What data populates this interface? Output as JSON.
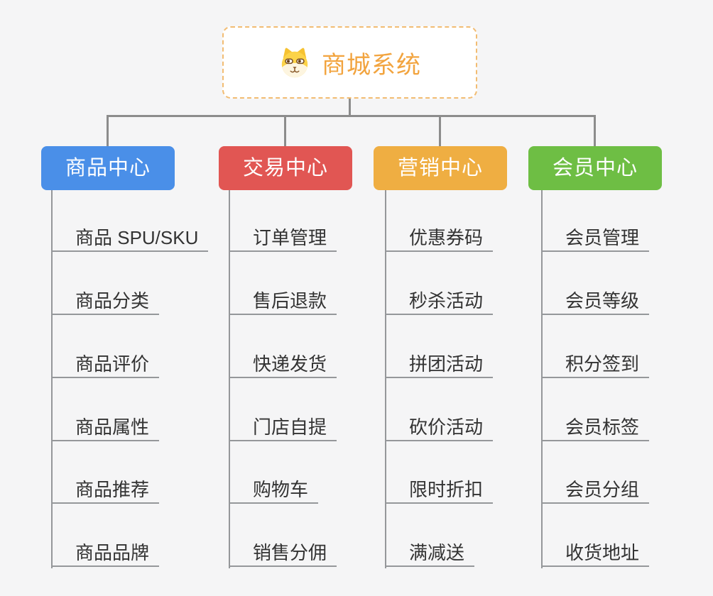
{
  "root": {
    "title": "商城系统",
    "icon": "dog-face-icon",
    "title_color": "#f2a43f",
    "border_color": "#f2bc72"
  },
  "connector_color": "#8c8c8c",
  "underline_color": "#95979a",
  "background_color": "#f5f5f6",
  "branches": [
    {
      "label": "商品中心",
      "color": "#4a8fe8",
      "items": [
        "商品 SPU/SKU",
        "商品分类",
        "商品评价",
        "商品属性",
        "商品推荐",
        "商品品牌"
      ]
    },
    {
      "label": "交易中心",
      "color": "#e15653",
      "items": [
        "订单管理",
        "售后退款",
        "快递发货",
        "门店自提",
        "购物车",
        "销售分佣"
      ]
    },
    {
      "label": "营销中心",
      "color": "#efae42",
      "items": [
        "优惠券码",
        "秒杀活动",
        "拼团活动",
        "砍价活动",
        "限时折扣",
        "满减送"
      ]
    },
    {
      "label": "会员中心",
      "color": "#6ebe44",
      "items": [
        "会员管理",
        "会员等级",
        "积分签到",
        "会员标签",
        "会员分组",
        "收货地址"
      ]
    }
  ]
}
